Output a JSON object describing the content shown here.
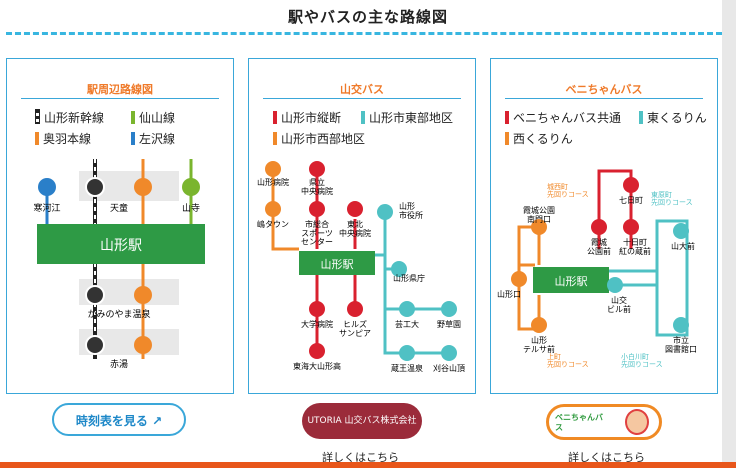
{
  "title": "駅やバスの主な路線図",
  "colors": {
    "accent": "#3aa7d9",
    "orange": "#f0892a",
    "green": "#2e9a45",
    "red": "#d9212f",
    "teal": "#4fc1c4",
    "blue": "#2a7fc9",
    "lime": "#7ab52e"
  },
  "panels": {
    "station": {
      "title": "駅周辺路線図",
      "legend": [
        "山形新幹線",
        "仙山線",
        "奥羽本線",
        "左沢線"
      ],
      "main_station": "山形駅",
      "stations": {
        "kanokawa": "寒河江",
        "tendo": "天童",
        "yamadera": "山寺",
        "kaminoyama": "かみのやま温泉",
        "akayu": "赤湯"
      }
    },
    "yamako": {
      "title": "山交バス",
      "legend": [
        "山形市縦断",
        "山形市東部地区",
        "山形市西部地区"
      ],
      "main_station": "山形駅",
      "stops": {
        "yamagata_byoin": "山形病院",
        "kenritsu": "県立\n中央病院",
        "nishi_town": "嶋タウン",
        "shiyakusho": "山形\n市役所",
        "sports": "市総合\nスポーツ\nセンター",
        "tohoku": "東北\n中央病院",
        "kencho": "山形県庁",
        "daigaku": "大学病院",
        "hills": "ヒルズ\nサンピア",
        "geiko": "芸工大",
        "nogusa": "野草園",
        "tokai": "東海大山形高",
        "zao": "蔵王温泉",
        "kariya": "刈谷山頂"
      }
    },
    "beni": {
      "title": "ベニちゃんバス",
      "legend": [
        "ベニちゃんバス共通",
        "東くるりん",
        "西くるりん"
      ],
      "main_station": "山形駅",
      "stops": {
        "nanoka": "七日町",
        "kasumijo": "霞城\n公園前",
        "tokamachi": "十日町\n紅の蔵前",
        "kasumijo_minami": "霞城公園\n南門口",
        "yamaeki_nishi": "山形口",
        "yamako_bill": "山交\nビル前",
        "yamadai": "山大前",
        "terusa": "山形\nテルサ前",
        "toshokan": "市立\n図書館口"
      },
      "course_labels": {
        "west_ccw": "城西町\n先回りコース",
        "east_ccw": "東原町\n先回りコース",
        "west_cw": "上町\n先回りコース",
        "east_cw": "小白川町\n先回りコース"
      }
    }
  },
  "footer": {
    "timetable_button": "時刻表を見る",
    "yamako_logo": "UTORIA 山交バス株式会社",
    "yamako_detail": "詳しくはこちら",
    "beni_logo": "ベニちゃんバス",
    "beni_detail": "詳しくはこちら"
  }
}
